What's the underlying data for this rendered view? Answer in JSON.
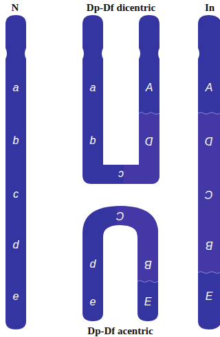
{
  "diagram": {
    "labels": [
      "N",
      "Dp-Df dicentric",
      "In",
      "a",
      "b",
      "c",
      "d",
      "e",
      "a",
      "b",
      "c",
      "A",
      "D",
      "C",
      "d",
      "e",
      "B",
      "E",
      "A",
      "D",
      "C",
      "B",
      "E",
      "Dp-Df acentric"
    ]
  }
}
